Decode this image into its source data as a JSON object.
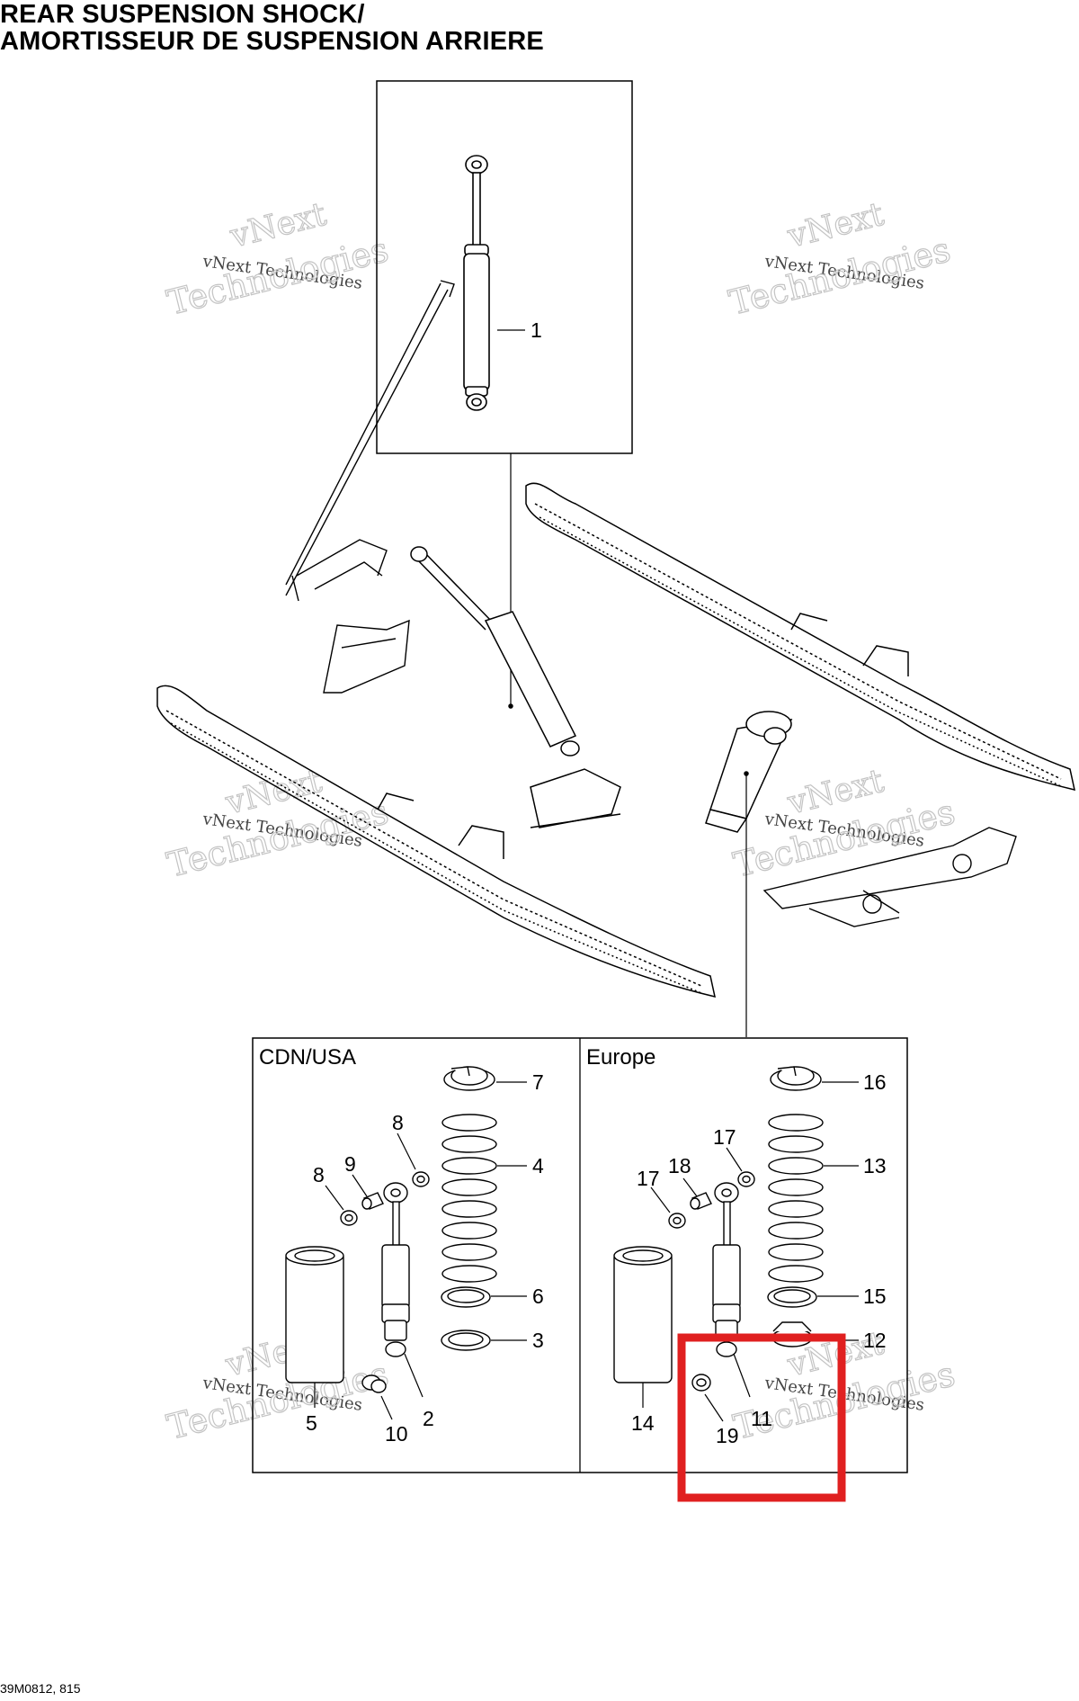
{
  "title": {
    "line1": "REAR SUSPENSION SHOCK/",
    "line2": "AMORTISSEUR DE SUSPENSION ARRIERE"
  },
  "regions": {
    "left": "CDN/USA",
    "right": "Europe"
  },
  "callouts": {
    "c1": "1",
    "c2": "2",
    "c3": "3",
    "c4": "4",
    "c5": "5",
    "c6": "6",
    "c7": "7",
    "c8a": "8",
    "c8b": "8",
    "c9": "9",
    "c10": "10",
    "c11": "11",
    "c12": "12",
    "c13": "13",
    "c14": "14",
    "c15": "15",
    "c16": "16",
    "c17a": "17",
    "c17b": "17",
    "c18": "18",
    "c19": "19"
  },
  "watermark": {
    "small": "vNext Technologies",
    "large1": "vNext",
    "large2": "Technologies"
  },
  "document_code": "39M0812, 815",
  "highlight_color": "#e02020"
}
